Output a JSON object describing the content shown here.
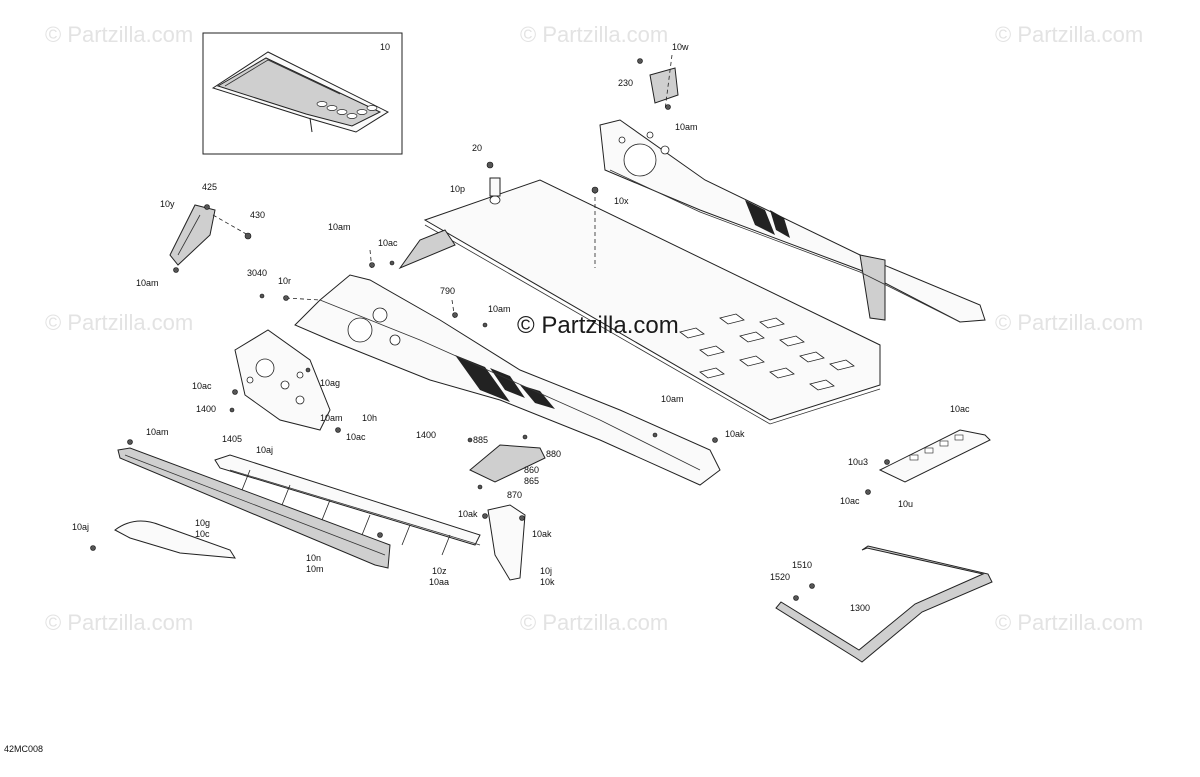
{
  "watermark": {
    "text": "© Partzilla.com",
    "center_text": "© Partzilla.com"
  },
  "inset": {
    "label": "10"
  },
  "diagram_code": "42MC008",
  "callouts": {
    "c10w": "10w",
    "c230": "230",
    "c10am_top": "10am",
    "c20": "20",
    "c10p": "10p",
    "c10x": "10x",
    "c425": "425",
    "c10y": "10y",
    "c430": "430",
    "c10am_left": "10am",
    "c10am_2": "10am",
    "c10ac_top": "10ac",
    "c3040": "3040",
    "c10r": "10r",
    "c790": "790",
    "c10am_mid": "10am",
    "c10ac_l": "10ac",
    "c10ag": "10ag",
    "c1400_l": "1400",
    "c10h": "10h",
    "c1405": "1405",
    "c10am_lower": "10am",
    "c10ac_lower": "10ac",
    "c10aj_top": "10aj",
    "c10am_rail": "10am",
    "c1400_mid": "1400",
    "c885": "885",
    "c10am_right": "10am",
    "c10ak_right": "10ak",
    "c880": "880",
    "c860": "860",
    "c865": "865",
    "c870": "870",
    "c10ac_far": "10ac",
    "c10u3": "10u3",
    "c10ac_far2": "10ac",
    "c10u": "10u",
    "c10aj_bot": "10aj",
    "c10g": "10g",
    "c10c": "10c",
    "c10n": "10n",
    "c10m": "10m",
    "c10z": "10z",
    "c10aa": "10aa",
    "c10ak_a": "10ak",
    "c10ak_b": "10ak",
    "c10j": "10j",
    "c10k": "10k",
    "c1510": "1510",
    "c1520": "1520",
    "c1300": "1300"
  }
}
